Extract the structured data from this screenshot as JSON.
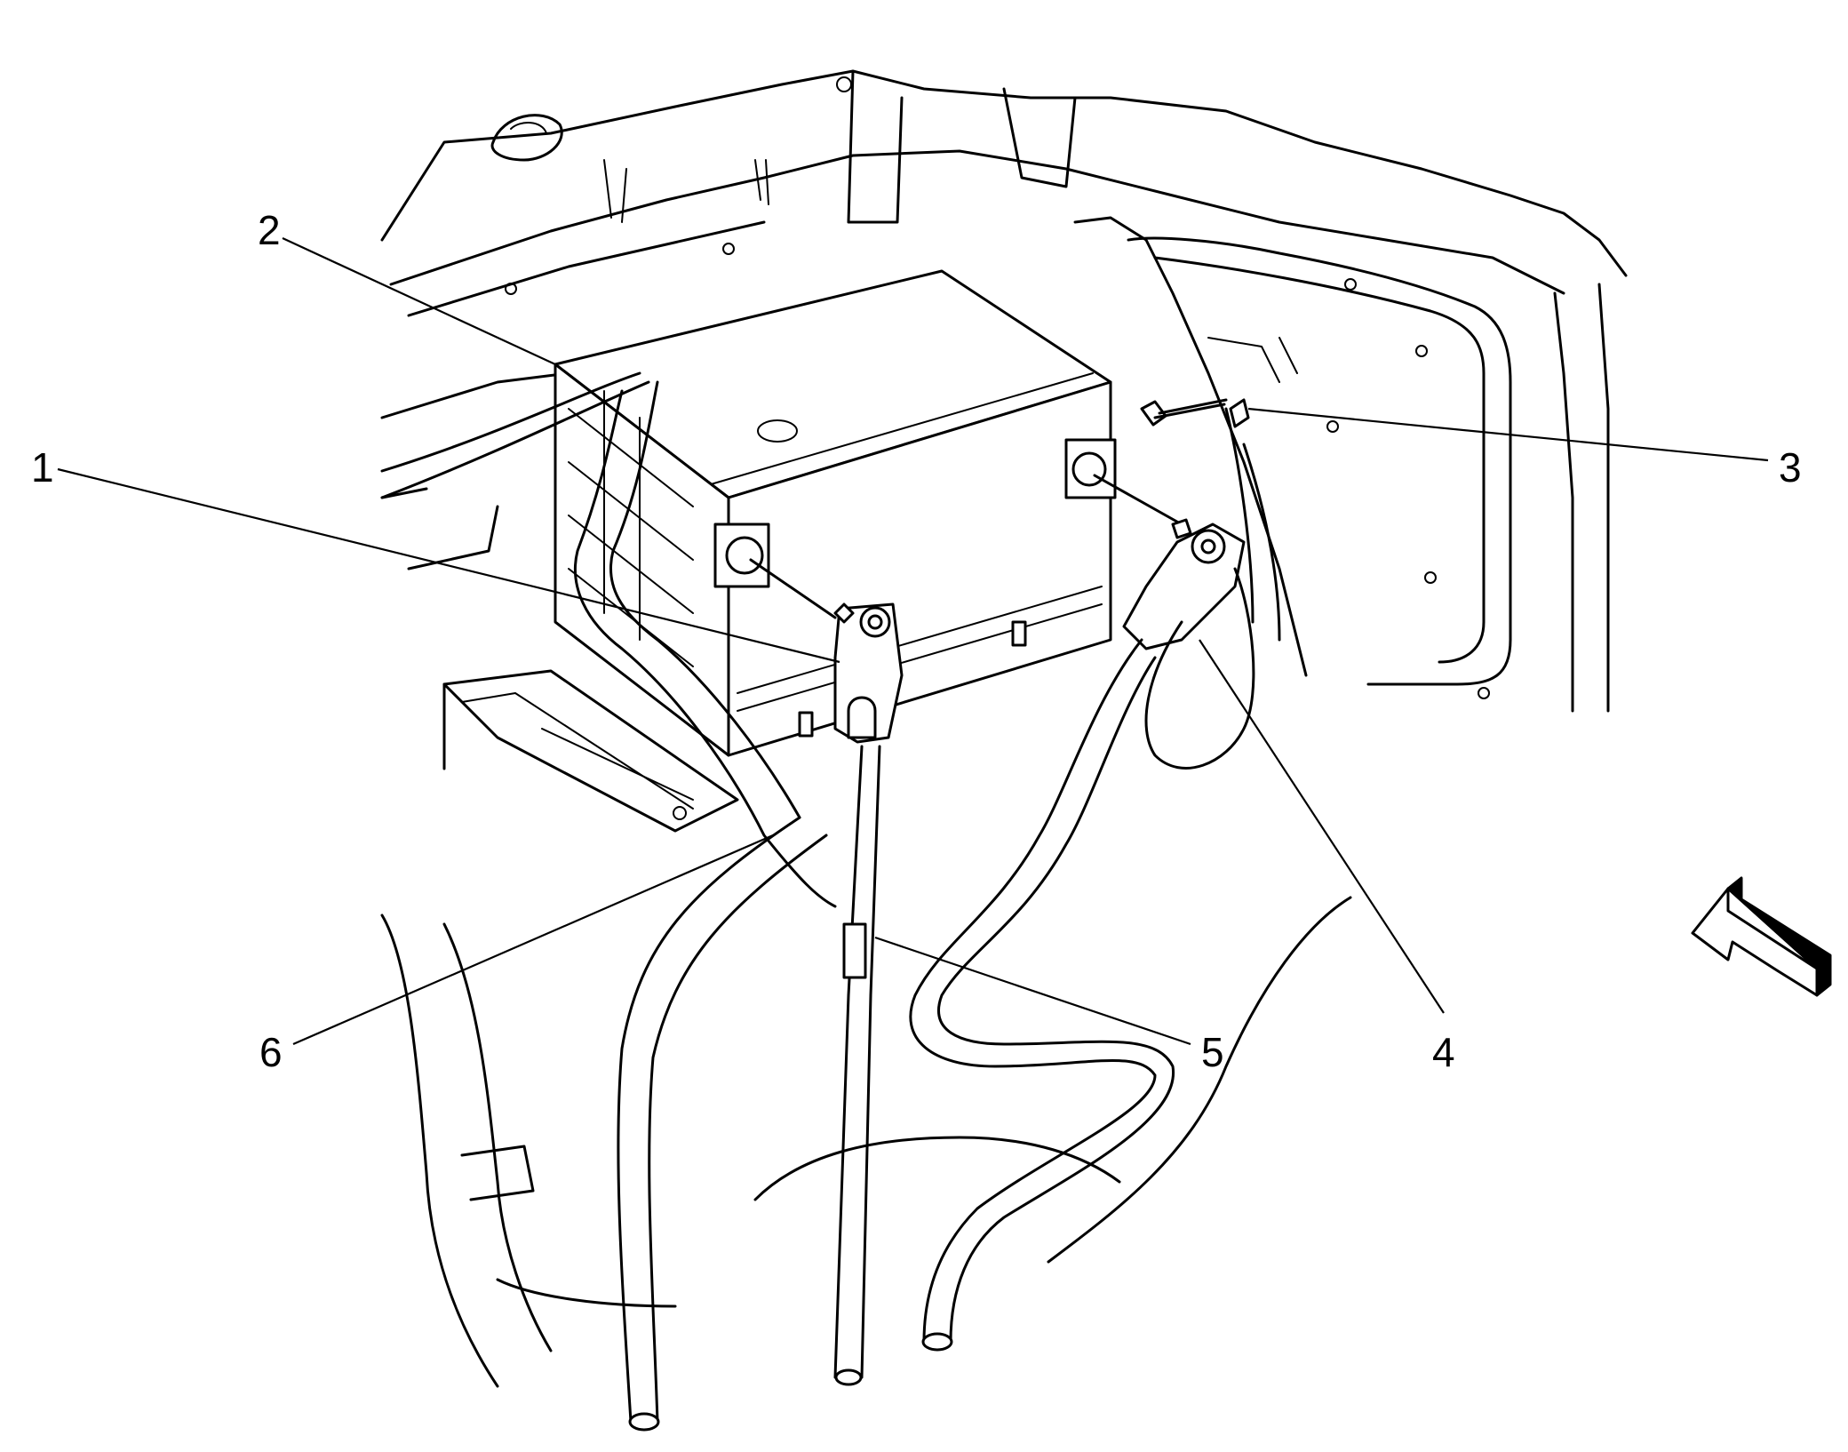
{
  "callouts": [
    {
      "id": "1",
      "text": "1"
    },
    {
      "id": "2",
      "text": "2"
    },
    {
      "id": "3",
      "text": "3"
    },
    {
      "id": "4",
      "text": "4"
    },
    {
      "id": "5",
      "text": "5"
    },
    {
      "id": "6",
      "text": "6"
    }
  ],
  "view_arrow": {
    "icon": "view-direction-arrow-icon"
  }
}
